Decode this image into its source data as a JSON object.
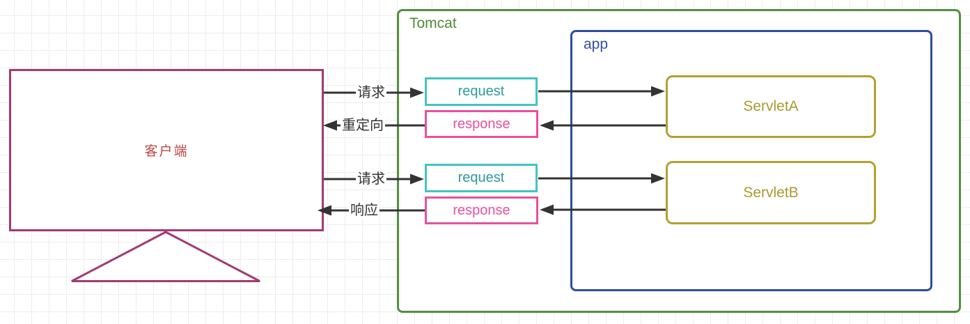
{
  "canvas": {
    "background": "#ffffff",
    "grid_color": "#ededed"
  },
  "client": {
    "label": "客户端",
    "border_color": "#a23a70",
    "text_color": "#bf4545"
  },
  "tomcat": {
    "label": "Tomcat",
    "border_color": "#4f9140",
    "text_color": "#4e8b36"
  },
  "app": {
    "label": "app",
    "border_color": "#2e4d9e",
    "text_color": "#32519e"
  },
  "servlet_a": {
    "label": "ServletA",
    "border_color": "#b3a032",
    "text_color": "#a89a2e"
  },
  "servlet_b": {
    "label": "ServletB",
    "border_color": "#b3a032",
    "text_color": "#a89a2e"
  },
  "flow1": {
    "request_box_label": "request",
    "response_box_label": "response",
    "request_arrow_label": "请求",
    "response_arrow_label": "重定向"
  },
  "flow2": {
    "request_box_label": "request",
    "response_box_label": "response",
    "request_arrow_label": "请求",
    "response_arrow_label": "响应"
  },
  "colors": {
    "request_border": "#44c3c3",
    "request_text": "#2e9b9b",
    "response_border": "#e8519d",
    "response_text": "#e8519d",
    "arrow": "#333333"
  }
}
